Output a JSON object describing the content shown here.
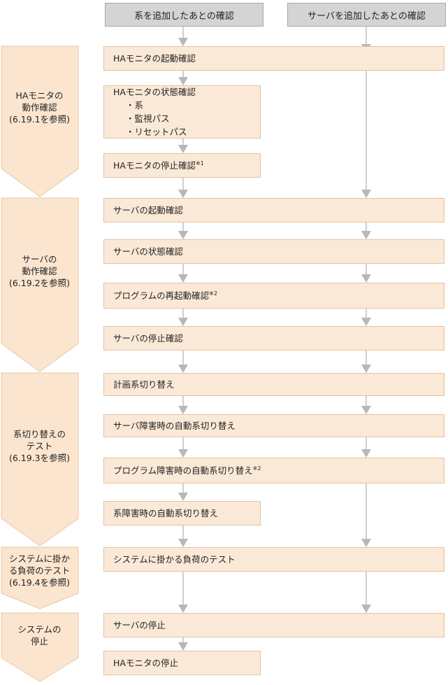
{
  "headers": {
    "system_added": "系を追加したあとの確認",
    "server_added": "サーバを追加したあとの確認"
  },
  "phases": [
    {
      "lines": [
        "HAモニタの",
        "動作確認",
        "(6.19.1を参照)"
      ]
    },
    {
      "lines": [
        "サーバの",
        "動作確認",
        "(6.19.2を参照)"
      ]
    },
    {
      "lines": [
        "系切り替えの",
        "テスト",
        "(6.19.3を参照)"
      ]
    },
    {
      "lines": [
        "システムに掛か",
        "る負荷のテスト",
        "(6.19.4を参照)"
      ]
    },
    {
      "lines": [
        "システムの",
        "停止"
      ]
    }
  ],
  "steps": [
    {
      "label": "HAモニタの起動確認"
    },
    {
      "label": "HAモニタの状態確認",
      "items": [
        "・系",
        "・監視パス",
        "・リセットパス"
      ]
    },
    {
      "label": "HAモニタの停止確認",
      "note": "※1"
    },
    {
      "label": "サーバの起動確認"
    },
    {
      "label": "サーバの状態確認"
    },
    {
      "label": "プログラムの再起動確認",
      "note": "※2"
    },
    {
      "label": "サーバの停止確認"
    },
    {
      "label": "計画系切り替え"
    },
    {
      "label": "サーバ障害時の自動系切り替え"
    },
    {
      "label": "プログラム障害時の自動系切り替え",
      "note": "※2"
    },
    {
      "label": "系障害時の自動系切り替え"
    },
    {
      "label": "システムに掛かる負荷のテスト"
    },
    {
      "label": "サーバの停止"
    },
    {
      "label": "HAモニタの停止"
    }
  ],
  "colors": {
    "step_fill": "#fbe9d7",
    "phase_fill": "#fbe5cf",
    "header_fill": "#d4d4d4",
    "arrow": "#b8b8b8"
  }
}
